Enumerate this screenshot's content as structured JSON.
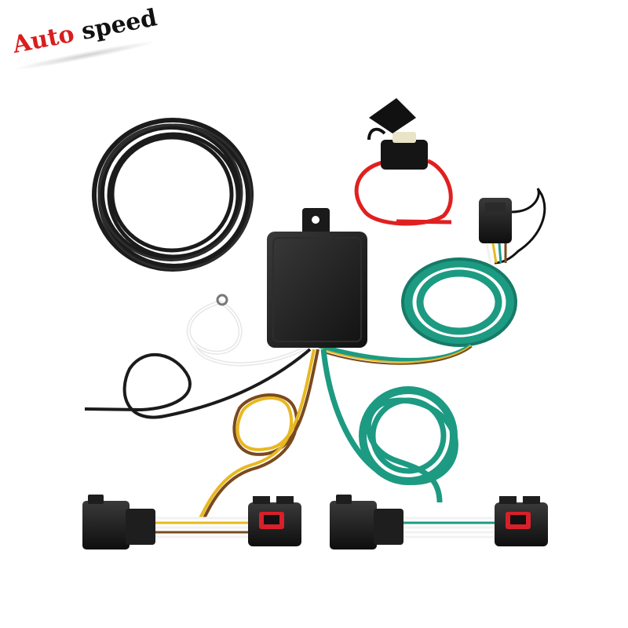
{
  "watermark": {
    "word1": "Auto",
    "word2": "speed",
    "color_word1": "#d81e1e",
    "color_word2": "#111111"
  },
  "components": {
    "module": "black-control-module",
    "coil": "black-wire-coil",
    "fuse": "inline-fuse-holder",
    "four_flat": "4-flat-trailer-connector",
    "harness_left": "left-t-connector-harness",
    "harness_right": "right-t-connector-harness"
  },
  "colors": {
    "background": "#ffffff",
    "wire_black": "#1b1b1b",
    "wire_red": "#e02020",
    "wire_green": "#1d9a82",
    "wire_yellow": "#e8b820",
    "wire_brown": "#7a4a1e",
    "wire_white": "#f2f2f2",
    "connector_red": "#d8202a"
  }
}
